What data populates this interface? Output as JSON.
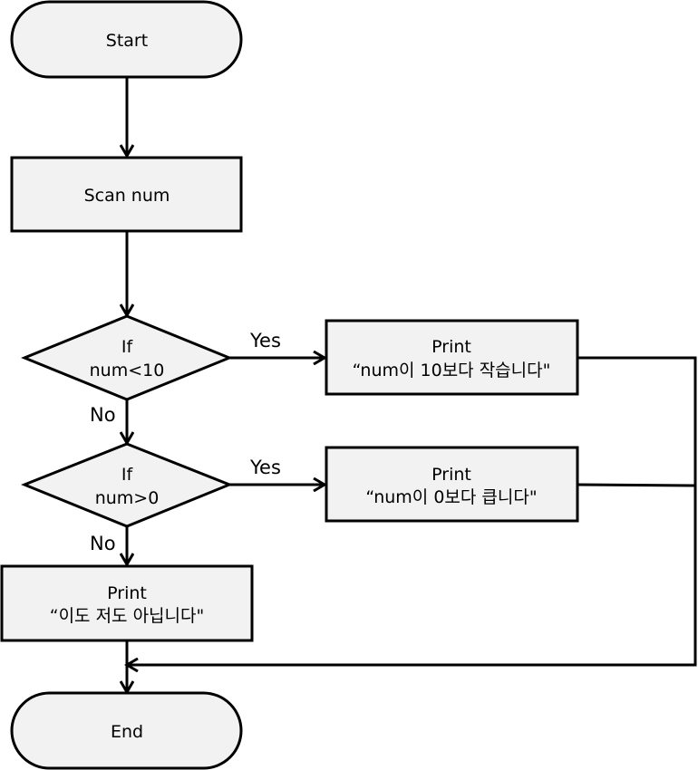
{
  "nodes": {
    "start": {
      "label": "Start"
    },
    "scan": {
      "label": "Scan num"
    },
    "decision1": {
      "line1": "If",
      "line2": "num<10"
    },
    "print1": {
      "line1": "Print",
      "line2": "“num이 10보다 작습니다\""
    },
    "decision2": {
      "line1": "If",
      "line2": "num>0"
    },
    "print2": {
      "line1": "Print",
      "line2": "“num이 0보다 큽니다\""
    },
    "print3": {
      "line1": "Print",
      "line2": "“이도 저도 아닙니다\""
    },
    "end": {
      "label": "End"
    }
  },
  "edges": {
    "d1_yes": "Yes",
    "d1_no": "No",
    "d2_yes": "Yes",
    "d2_no": "No"
  },
  "colors": {
    "shape_fill": "#f2f2f2",
    "stroke": "#000000"
  }
}
